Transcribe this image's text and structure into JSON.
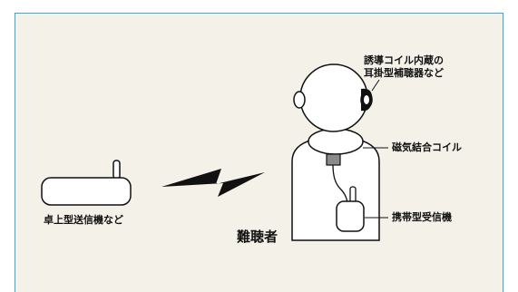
{
  "labels": {
    "hearing_aid_line1": "誘導コイル内蔵の",
    "hearing_aid_line2": "耳掛型補聴器など",
    "neck_coil": "磁気結合コイル",
    "transmitter": "卓上型送信機など",
    "receiver": "携帯型受信機",
    "person": "難聴者"
  },
  "colors": {
    "frame_border": "#3aa7d9",
    "background": "#f4f1e9",
    "line": "#111111",
    "connector_fill": "#8a8a8a"
  }
}
